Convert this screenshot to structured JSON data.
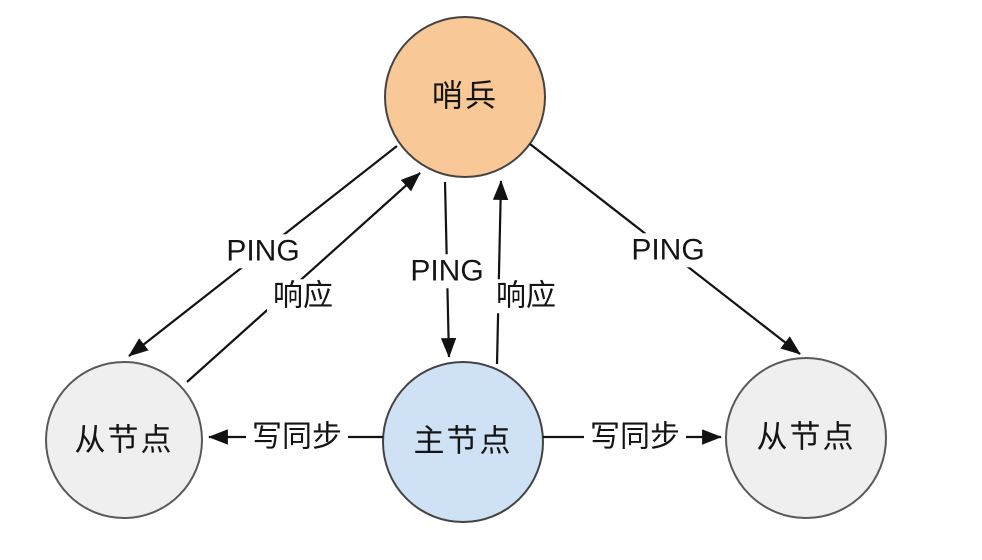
{
  "diagram": {
    "kind": "redis-sentinel-topology",
    "nodes": {
      "sentinel": {
        "label": "哨兵",
        "fill": "#F8C996"
      },
      "master": {
        "label": "主节点",
        "fill": "#CFE2F5"
      },
      "slave_left": {
        "label": "从节点",
        "fill": "#EFEFEF"
      },
      "slave_right": {
        "label": "从节点",
        "fill": "#EFEFEF"
      }
    },
    "edges": {
      "ping_sentinel_to_slave_left": {
        "label": "PING"
      },
      "resp_slave_left_to_sentinel": {
        "label": "响应"
      },
      "ping_sentinel_to_master": {
        "label": "PING"
      },
      "resp_master_to_sentinel": {
        "label": "响应"
      },
      "ping_sentinel_to_slave_right": {
        "label": "PING"
      },
      "sync_master_to_slave_left": {
        "label": "写同步"
      },
      "sync_master_to_slave_right": {
        "label": "写同步"
      }
    },
    "colors": {
      "line": "#121212",
      "text": "#141414",
      "node_stroke_dark": "#434343",
      "node_stroke_gray": "#595959",
      "background": "#FFFFFF"
    }
  }
}
